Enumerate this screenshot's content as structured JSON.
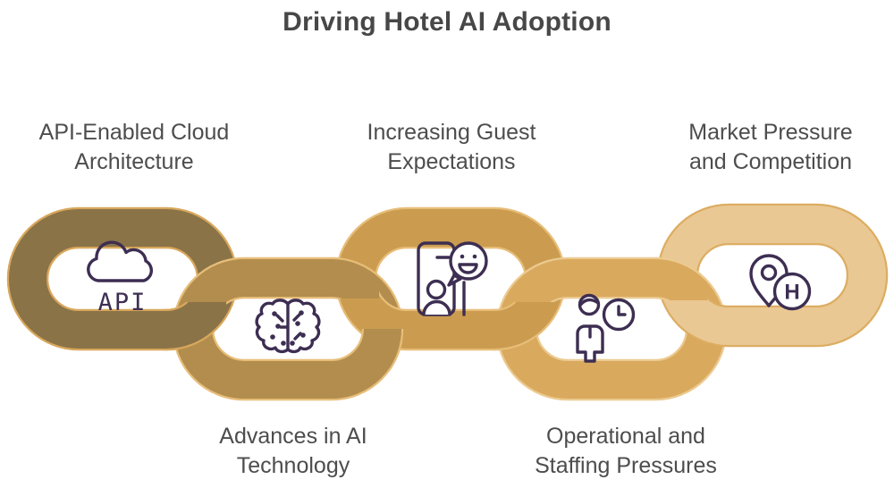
{
  "title": "Driving Hotel AI Adoption",
  "colors": {
    "background": "#FFFFFF",
    "title_text": "#474747",
    "label_text": "#4D4D4D",
    "icon_stroke": "#3D2E52"
  },
  "links": [
    {
      "name": "api-enabled-cloud-architecture",
      "label_line1": "API-Enabled Cloud",
      "label_line2": "Architecture",
      "label_position": "top",
      "fill": "#8A7347",
      "outline": "#D8A75C",
      "icon": "cloud-api-icon",
      "icon_text": "API"
    },
    {
      "name": "advances-in-ai-technology",
      "label_line1": "Advances in AI",
      "label_line2": "Technology",
      "label_position": "bottom",
      "fill": "#B28D4E",
      "outline": "#E7BD78",
      "icon": "ai-brain-circuit-icon"
    },
    {
      "name": "increasing-guest-expectations",
      "label_line1": "Increasing Guest",
      "label_line2": "Expectations",
      "label_position": "top",
      "fill": "#CB9C50",
      "outline": "#E7BD78",
      "icon": "phone-chat-smiley-icon"
    },
    {
      "name": "operational-staffing-pressures",
      "label_line1": "Operational and",
      "label_line2": "Staffing Pressures",
      "label_position": "bottom",
      "fill": "#D9A95E",
      "outline": "#ECCA90",
      "icon": "person-clock-icon"
    },
    {
      "name": "market-pressure-competition",
      "label_line1": "Market Pressure",
      "label_line2": "and Competition",
      "label_position": "top",
      "fill": "#EAC893",
      "outline": "#DCAD62",
      "icon": "location-hotel-pin-icon",
      "icon_text": "H"
    }
  ]
}
